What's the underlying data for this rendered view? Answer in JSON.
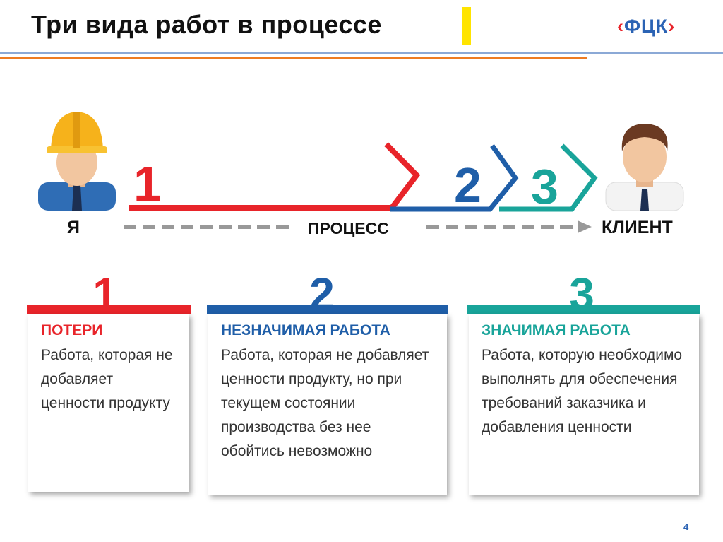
{
  "header": {
    "title": "Три вида работ в процессе",
    "logo_text": "ФЦК"
  },
  "diagram": {
    "left_label": "Я",
    "middle_label": "ПРОЦЕСС",
    "right_label": "КЛИЕНТ",
    "stage_numbers": [
      "1",
      "2",
      "3"
    ]
  },
  "cards": [
    {
      "number": "1",
      "heading": "ПОТЕРИ",
      "body": "Работа, которая не добавляет ценности продукту",
      "color": "#e8242a"
    },
    {
      "number": "2",
      "heading": "НЕЗНАЧИМАЯ РАБОТА",
      "body": "Работа, которая не добавляет ценности продукту, но при текущем состоянии производства без нее обойтись невозможно",
      "color": "#1f5ea8"
    },
    {
      "number": "3",
      "heading": "ЗНАЧИМАЯ РАБОТА",
      "body": "Работа, которую необходимо выполнять для обеспечения требований заказчика и добавления ценности",
      "color": "#19a49a"
    }
  ],
  "colors": {
    "red": "#e8242a",
    "blue": "#1f5ea8",
    "teal": "#19a49a",
    "accent_orange": "#ed7b22",
    "accent_yellow": "#ffe400"
  },
  "footer": {
    "page_number": "4"
  }
}
